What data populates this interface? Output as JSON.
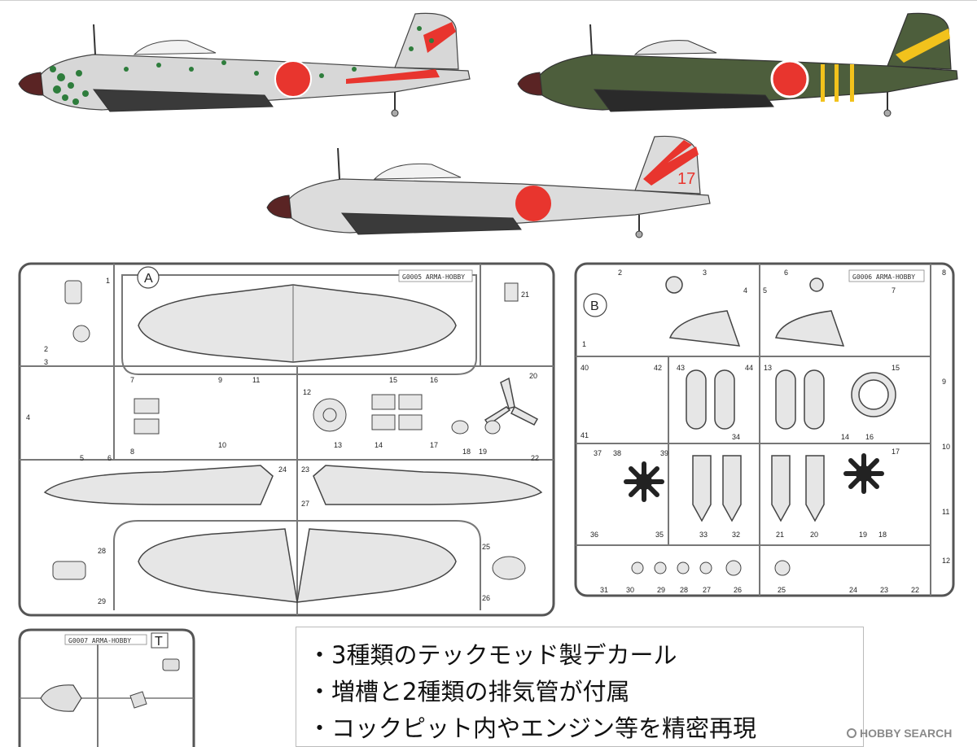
{
  "profiles": [
    {
      "id": "p1",
      "scheme": "silver-green-mottle",
      "tail_mark": "",
      "colors": {
        "base": "#d7d7d7",
        "mottle": "#2e7d3c",
        "hinomaru": "#e8352e",
        "tail": "#e8352e"
      }
    },
    {
      "id": "p2",
      "scheme": "green-yellow-bands",
      "tail_mark": "",
      "colors": {
        "base": "#4d5e3c",
        "band": "#f2c21c",
        "hinomaru": "#e8352e"
      }
    },
    {
      "id": "p3",
      "scheme": "silver-red-tail",
      "tail_mark": "17",
      "colors": {
        "base": "#dcdcdc",
        "hinomaru": "#e8352e",
        "tail": "#e8352e"
      }
    }
  ],
  "sprue_a": {
    "letter": "A",
    "code": "G0005 ARMA-HOBBY",
    "part_numbers": [
      "1",
      "2",
      "3",
      "4",
      "5",
      "6",
      "7",
      "8",
      "9",
      "10",
      "11",
      "12",
      "13",
      "14",
      "15",
      "16",
      "17",
      "18",
      "19",
      "20",
      "21",
      "22",
      "23",
      "24",
      "25",
      "26",
      "27",
      "28",
      "29"
    ]
  },
  "sprue_b": {
    "letter": "B",
    "code": "G0006 ARMA-HOBBY",
    "part_numbers": [
      "1",
      "2",
      "3",
      "4",
      "5",
      "6",
      "7",
      "8",
      "9",
      "10",
      "11",
      "12",
      "13",
      "14",
      "15",
      "16",
      "17",
      "18",
      "19",
      "20",
      "21",
      "22",
      "23",
      "24",
      "25",
      "26",
      "27",
      "28",
      "29",
      "30",
      "31",
      "32",
      "33",
      "34",
      "35",
      "36",
      "37",
      "38",
      "39",
      "40",
      "41",
      "42",
      "43",
      "44"
    ]
  },
  "sprue_t": {
    "letter": "T",
    "code": "G0007 ARMA-HOBBY"
  },
  "features": [
    "・3種類のテックモッド製デカール",
    "・増槽と2種類の排気管が付属",
    "・コックピット内やエンジン等を精密再現"
  ],
  "watermark": {
    "text": "HOBBY SEARCH"
  }
}
